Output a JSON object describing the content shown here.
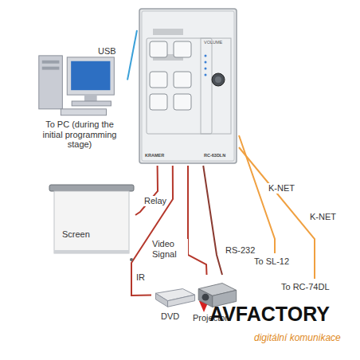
{
  "diagram": {
    "nodes": [
      {
        "text": [
          "VOLUME",
          "KRAMER",
          "RC-63DLN"
        ]
      },
      {
        "text": [
          "To PC (during the initial programming stage)"
        ]
      },
      {
        "text": [
          "Screen"
        ]
      },
      {
        "text": [
          "DVD"
        ]
      },
      {
        "text": [
          "Projector"
        ]
      }
    ],
    "edges": [
      {
        "from": 1,
        "to": 0,
        "label": "USB",
        "arrow": "none"
      },
      {
        "from": 0,
        "to": 2,
        "label": "Relay",
        "arrow": "none"
      },
      {
        "from": 0,
        "to": 3,
        "label": "IR",
        "arrow": "none"
      },
      {
        "from": 0,
        "to": 4,
        "label": "Video Signal",
        "arrow": "none"
      },
      {
        "from": 0,
        "to": 4,
        "label": "RS-232",
        "arrow": "none"
      }
    ],
    "labels": [
      "K-NET",
      "To SL-12",
      "K-NET",
      "To RC-74DL",
      "AVFACTORY",
      "digitální komunikace"
    ]
  }
}
